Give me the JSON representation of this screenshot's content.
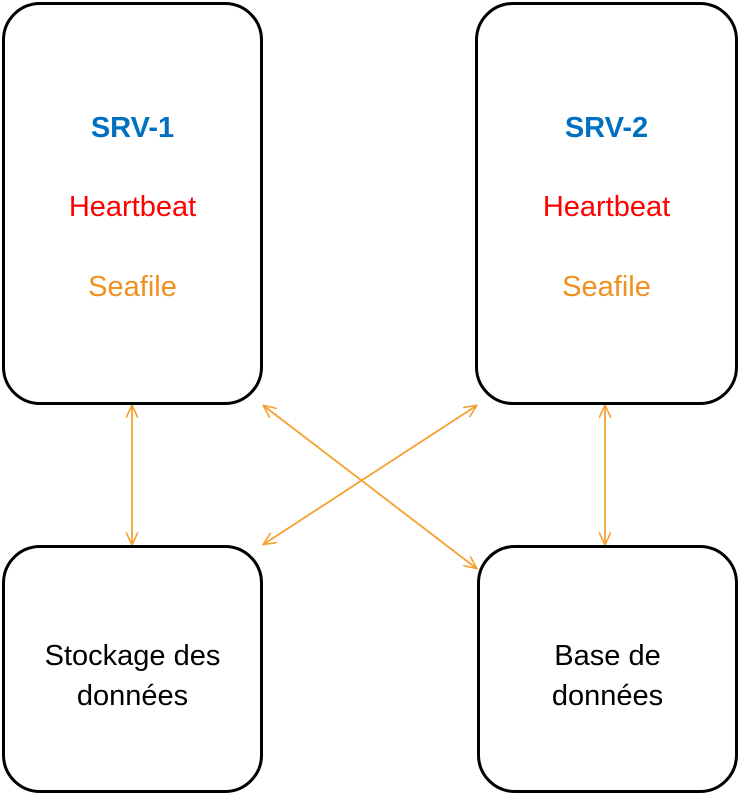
{
  "colors": {
    "server_title": "#0070C0",
    "heartbeat": "#FF0000",
    "seafile": "#F0901E",
    "connector": "#F5A030",
    "border": "#000000"
  },
  "servers": [
    {
      "title": "SRV-1",
      "services": [
        "Heartbeat",
        "Seafile"
      ]
    },
    {
      "title": "SRV-2",
      "services": [
        "Heartbeat",
        "Seafile"
      ]
    }
  ],
  "storage": {
    "line1": "Stockage des",
    "line2": "données"
  },
  "database": {
    "line1": "Base de",
    "line2": "données"
  },
  "connections": [
    {
      "from": "SRV-1",
      "to": "Stockage des données",
      "type": "bidirectional"
    },
    {
      "from": "SRV-2",
      "to": "Base de données",
      "type": "bidirectional"
    },
    {
      "from": "SRV-1",
      "to": "Base de données",
      "type": "bidirectional"
    },
    {
      "from": "SRV-2",
      "to": "Stockage des données",
      "type": "bidirectional"
    }
  ]
}
